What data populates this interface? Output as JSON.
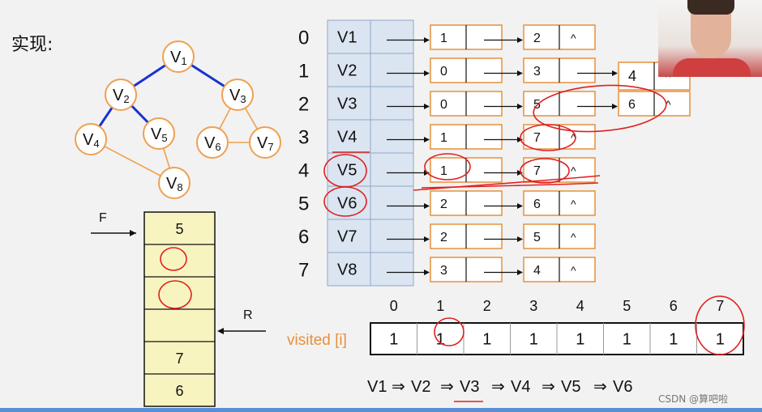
{
  "heading": "实现:",
  "graph": {
    "nodes": [
      {
        "id": "v1",
        "label": "V1",
        "base": "V",
        "sub": "1"
      },
      {
        "id": "v2",
        "label": "V2",
        "base": "V",
        "sub": "2"
      },
      {
        "id": "v3",
        "label": "V3",
        "base": "V",
        "sub": "3"
      },
      {
        "id": "v4",
        "label": "V4",
        "base": "V",
        "sub": "4"
      },
      {
        "id": "v5",
        "label": "V5",
        "base": "V",
        "sub": "5"
      },
      {
        "id": "v6",
        "label": "V6",
        "base": "V",
        "sub": "6"
      },
      {
        "id": "v7",
        "label": "V7",
        "base": "V",
        "sub": "7"
      },
      {
        "id": "v8",
        "label": "V8",
        "base": "V",
        "sub": "8"
      }
    ],
    "edges": [
      {
        "from": "v1",
        "to": "v2",
        "highlight": true
      },
      {
        "from": "v1",
        "to": "v3",
        "highlight": true
      },
      {
        "from": "v2",
        "to": "v4",
        "highlight": true
      },
      {
        "from": "v2",
        "to": "v5",
        "highlight": true
      },
      {
        "from": "v3",
        "to": "v6",
        "highlight": false
      },
      {
        "from": "v3",
        "to": "v7",
        "highlight": false
      },
      {
        "from": "v6",
        "to": "v7",
        "highlight": false
      },
      {
        "from": "v4",
        "to": "v8",
        "highlight": false
      },
      {
        "from": "v5",
        "to": "v8",
        "highlight": false
      }
    ],
    "colors": {
      "node_stroke": "#f0a050",
      "edge": "#f0a050",
      "highlight": "#1a33cc"
    }
  },
  "adjacency": {
    "indices": [
      "0",
      "1",
      "2",
      "3",
      "4",
      "5",
      "6",
      "7"
    ],
    "vertices": [
      "V1",
      "V2",
      "V3",
      "V4",
      "V5",
      "V6",
      "V7",
      "V8"
    ],
    "lists": [
      [
        "1",
        "2"
      ],
      [
        "0",
        "3",
        "4"
      ],
      [
        "0",
        "5",
        "6"
      ],
      [
        "1",
        "7"
      ],
      [
        "1",
        "7"
      ],
      [
        "2",
        "6"
      ],
      [
        "2",
        "5"
      ],
      [
        "3",
        "4"
      ]
    ],
    "null_mark": "^"
  },
  "queue": {
    "front_label": "F",
    "rear_label": "R",
    "cells": [
      "5",
      "",
      "",
      "",
      "7",
      "6"
    ]
  },
  "visited": {
    "label": "visited [i]",
    "indices": [
      "0",
      "1",
      "2",
      "3",
      "4",
      "5",
      "6",
      "7"
    ],
    "values": [
      "1",
      "1",
      "1",
      "1",
      "1",
      "1",
      "1",
      "1"
    ]
  },
  "sequence": [
    "V1",
    "V2",
    "V3",
    "V4",
    "V5",
    "V6"
  ],
  "sequence_arrow": "⇒",
  "watermark": "CSDN @算吧啦",
  "colors": {
    "orange": "#e8903a",
    "table_fill": "#dbe5f1",
    "table_stroke": "#8fa8c8",
    "queue_fill": "#f8f4c0",
    "annotation": "#e02020"
  }
}
